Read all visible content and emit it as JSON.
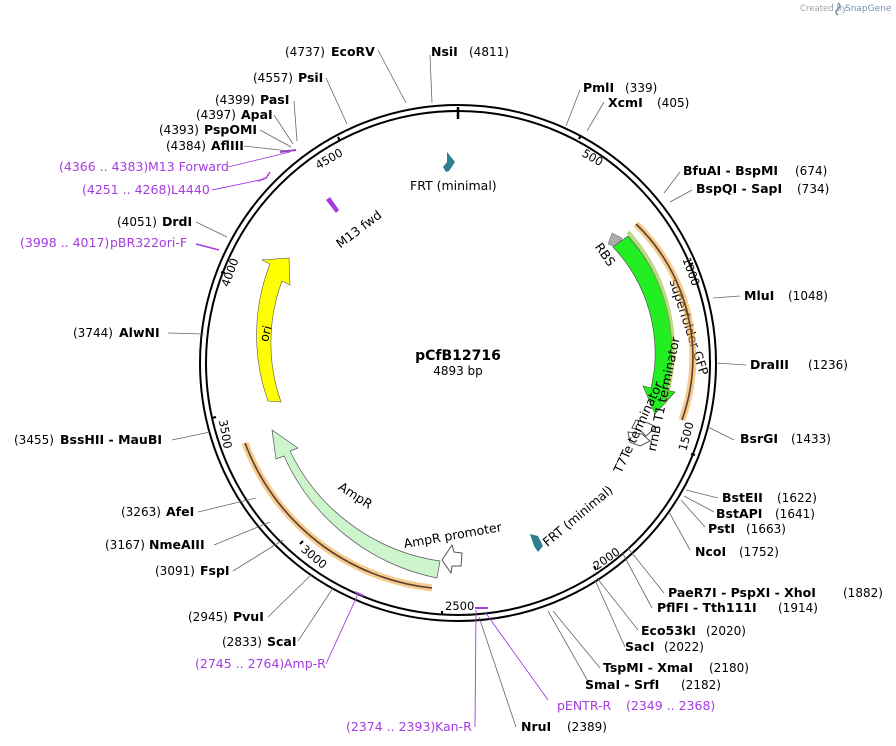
{
  "brand": {
    "created_by": "Created by",
    "product": "SnapGene"
  },
  "plasmid": {
    "name": "pCfB12716",
    "length_label": "4893 bp"
  },
  "ticks": [
    "500",
    "1000",
    "1500",
    "2000",
    "2500",
    "3000",
    "3500",
    "4000",
    "4500"
  ],
  "sites": [
    {
      "name": "EcoRV",
      "pos": "(4737)"
    },
    {
      "name": "NsiI",
      "pos": "(4811)"
    },
    {
      "name": "PmlI",
      "pos": "(339)"
    },
    {
      "name": "XcmI",
      "pos": "(405)"
    },
    {
      "name": "BfuAI  -  BspMI",
      "pos": "(674)"
    },
    {
      "name": "BspQI  -  SapI",
      "pos": "(734)"
    },
    {
      "name": "MluI",
      "pos": "(1048)"
    },
    {
      "name": "DraIII",
      "pos": "(1236)"
    },
    {
      "name": "BsrGI",
      "pos": "(1433)"
    },
    {
      "name": "BstEII",
      "pos": "(1622)"
    },
    {
      "name": "BstAPI",
      "pos": "(1641)"
    },
    {
      "name": "PstI",
      "pos": "(1663)"
    },
    {
      "name": "NcoI",
      "pos": "(1752)"
    },
    {
      "name": "PaeR7I  -  PspXI  -  XhoI",
      "pos": "(1882)"
    },
    {
      "name": "PflFI  -  Tth111I",
      "pos": "(1914)"
    },
    {
      "name": "Eco53kI",
      "pos": "(2020)"
    },
    {
      "name": "SacI",
      "pos": "(2022)"
    },
    {
      "name": "TspMI  -  XmaI",
      "pos": "(2180)"
    },
    {
      "name": "SmaI  -  SrfI",
      "pos": "(2182)"
    },
    {
      "name": "NruI",
      "pos": "(2389)"
    },
    {
      "name": "ScaI",
      "pos": "(2833)"
    },
    {
      "name": "PvuI",
      "pos": "(2945)"
    },
    {
      "name": "FspI",
      "pos": "(3091)"
    },
    {
      "name": "NmeAIII",
      "pos": "(3167)"
    },
    {
      "name": "AfeI",
      "pos": "(3263)"
    },
    {
      "name": "BssHII  -  MauBI",
      "pos": "(3455)"
    },
    {
      "name": "AlwNI",
      "pos": "(3744)"
    },
    {
      "name": "DrdI",
      "pos": "(4051)"
    },
    {
      "name": "AflIII",
      "pos": "(4384)"
    },
    {
      "name": "PspOMI",
      "pos": "(4393)"
    },
    {
      "name": "ApaI",
      "pos": "(4397)"
    },
    {
      "name": "PasI",
      "pos": "(4399)"
    },
    {
      "name": "PsiI",
      "pos": "(4557)"
    }
  ],
  "primers": [
    {
      "range": "(4366 .. 4383)",
      "name": "M13 Forward"
    },
    {
      "range": "(4251 .. 4268)",
      "name": "L4440"
    },
    {
      "range": "(3998 .. 4017)",
      "name": "pBR322ori-F"
    },
    {
      "range": "(2745 .. 2764)",
      "name": "Amp-R"
    },
    {
      "range": "(2374 .. 2393)",
      "name": "Kan-R"
    },
    {
      "range": "(2349 .. 2368)",
      "name": "pENTR-R"
    }
  ],
  "features": {
    "frt_top": "FRT (minimal)",
    "m13_fwd": "M13 fwd",
    "rbs": "RBS",
    "sfgfp": "superfolder GFP",
    "rrnb": "rrnB T1 terminator",
    "t7te": "T7Te terminator",
    "frt_bottom": "FRT (minimal)",
    "ori": "ori",
    "ampr": "AmpR",
    "ampr_promoter": "AmpR promoter"
  },
  "colors": {
    "gfp": "#22ee22",
    "ori": "#ffff00",
    "ampr": "#ccf5cc",
    "frt": "#2e7e8e",
    "primer": "#a43ce0",
    "primer_bind": "#f0a030"
  }
}
